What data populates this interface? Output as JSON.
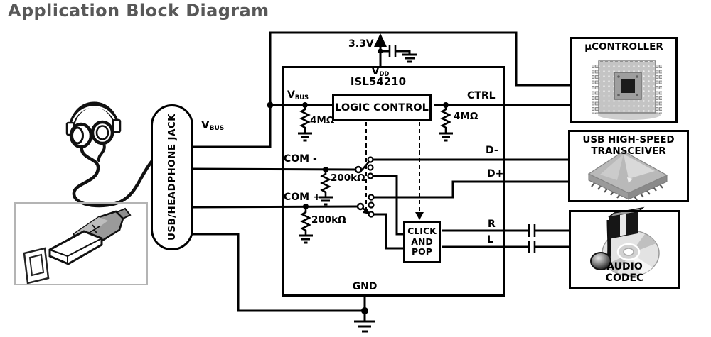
{
  "title": "Application Block Diagram",
  "colors": {
    "title": "#585858",
    "line": "#000000",
    "frame": "#b4b4b4"
  },
  "jack": {
    "label": "USB/HEADPHONE JACK"
  },
  "supply": {
    "voltage": "3.3V"
  },
  "vbus_from_jack": {
    "main": "V",
    "sub": "BUS"
  },
  "chip": {
    "name": "ISL54210",
    "vdd": {
      "main": "V",
      "sub": "DD"
    },
    "logic_control": "LOGIC CONTROL",
    "click_pop_lines": [
      "CLICK",
      "AND",
      "POP"
    ],
    "pins": {
      "vbus": {
        "main": "V",
        "sub": "BUS"
      },
      "ctrl": "CTRL",
      "com_minus": "COM -",
      "com_plus": "COM +",
      "d_minus": "D-",
      "d_plus": "D+",
      "r": "R",
      "l": "L",
      "gnd": "GND"
    }
  },
  "resistors": {
    "vbus_pulldown": "4MΩ",
    "ctrl_pulldown": "4MΩ",
    "com_minus_pulldown": "200kΩ",
    "com_plus_pulldown": "200kΩ"
  },
  "blocks": {
    "microcontroller": "µCONTROLLER",
    "transceiver_line1": "USB HIGH-SPEED",
    "transceiver_line2": "TRANSCEIVER",
    "audio_codec": "AUDIO CODEC"
  }
}
